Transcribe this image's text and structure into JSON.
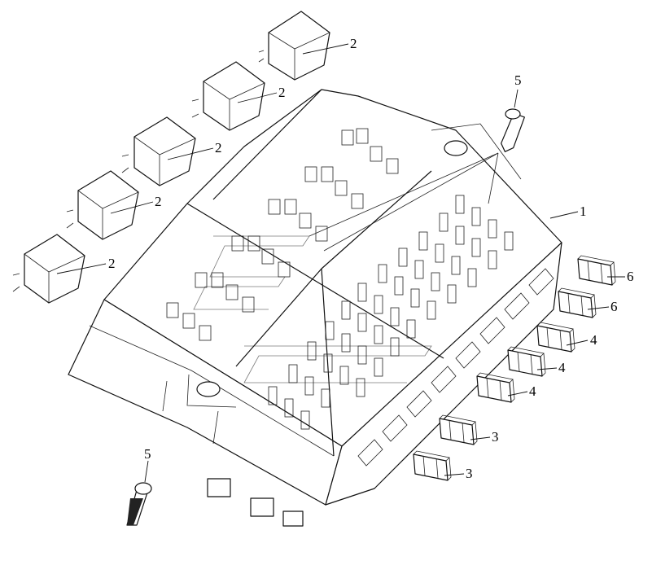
{
  "diagram": {
    "callouts": [
      {
        "id": "c1",
        "label": "1",
        "part": "fuse-relay-box"
      },
      {
        "id": "c2a",
        "label": "2",
        "part": "relay"
      },
      {
        "id": "c2b",
        "label": "2",
        "part": "relay"
      },
      {
        "id": "c2c",
        "label": "2",
        "part": "relay"
      },
      {
        "id": "c2d",
        "label": "2",
        "part": "relay"
      },
      {
        "id": "c2e",
        "label": "2",
        "part": "relay"
      },
      {
        "id": "c3a",
        "label": "3",
        "part": "fuse"
      },
      {
        "id": "c3b",
        "label": "3",
        "part": "fuse"
      },
      {
        "id": "c4a",
        "label": "4",
        "part": "fuse"
      },
      {
        "id": "c4b",
        "label": "4",
        "part": "fuse"
      },
      {
        "id": "c4c",
        "label": "4",
        "part": "fuse"
      },
      {
        "id": "c5a",
        "label": "5",
        "part": "bolt"
      },
      {
        "id": "c5b",
        "label": "5",
        "part": "bolt"
      },
      {
        "id": "c6a",
        "label": "6",
        "part": "fuse"
      },
      {
        "id": "c6b",
        "label": "6",
        "part": "fuse"
      }
    ]
  }
}
